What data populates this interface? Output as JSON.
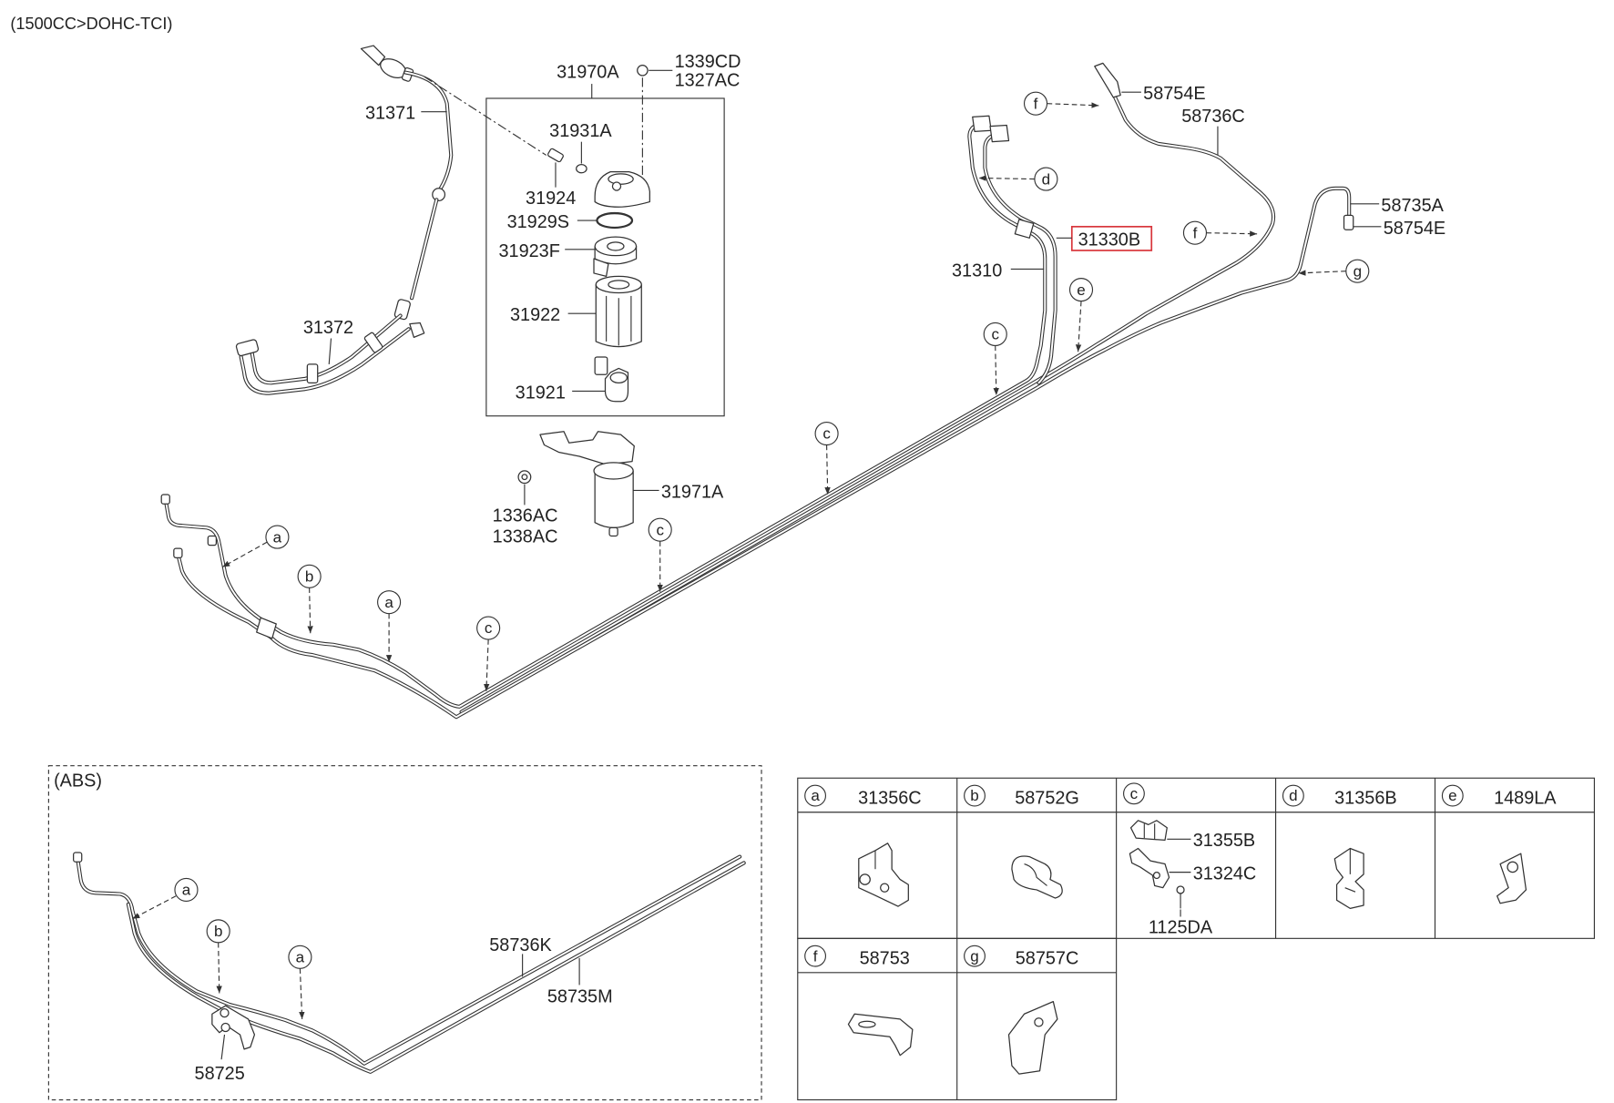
{
  "header": {
    "title": "(1500CC>DOHC-TCI)"
  },
  "callouts": [
    "31970A",
    "1339CD",
    "1327AC",
    "31371",
    "31931A",
    "31924",
    "31929S",
    "31923F",
    "31922",
    "31921",
    "31372",
    "31971A",
    "1336AC",
    "1338AC",
    "58754E",
    "58736C",
    "31330B",
    "31310",
    "58735A",
    "58754E"
  ],
  "refs": [
    "f",
    "d",
    "f",
    "e",
    "g",
    "c",
    "c",
    "c",
    "c",
    "a",
    "b",
    "a"
  ],
  "abs": {
    "title": "(ABS)",
    "callouts": [
      "58736K",
      "58735M",
      "58725"
    ],
    "refs": [
      "a",
      "b",
      "a"
    ]
  },
  "legend": {
    "cells": [
      {
        "ref": "a",
        "part": "31356C"
      },
      {
        "ref": "b",
        "part": "58752G"
      },
      {
        "ref": "c"
      },
      {
        "ref": "d",
        "part": "31356B"
      },
      {
        "ref": "e",
        "part": "1489LA"
      },
      {
        "ref": "f",
        "part": "58753"
      },
      {
        "ref": "g",
        "part": "58757C"
      }
    ],
    "c_parts": [
      "31355B",
      "31324C",
      "1125DA"
    ]
  },
  "colors": {
    "highlight": "#d8353b",
    "line": "#333333"
  }
}
